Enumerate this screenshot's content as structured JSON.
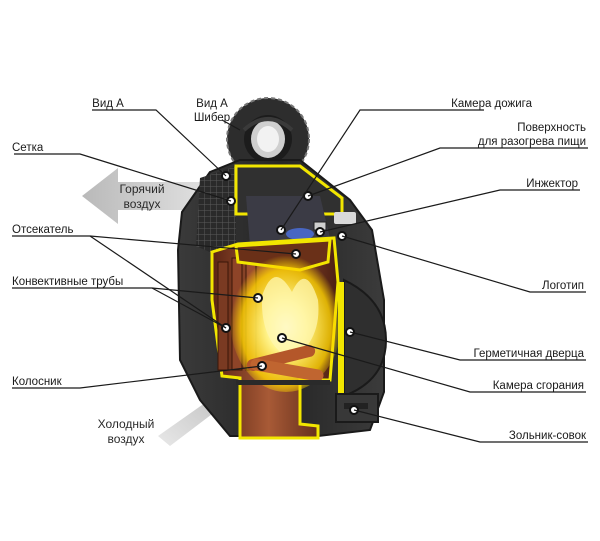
{
  "labels": {
    "vid_a": "Вид А",
    "vid_a_shiber_1": "Вид А",
    "vid_a_shiber_2": "Шибер",
    "kamera_dozhiga": "Камера дожига",
    "poverkhnost_1": "Поверхность",
    "poverkhnost_2": "для разогрева пищи",
    "setka": "Сетка",
    "injektor": "Инжектор",
    "otsekatel": "Отсекатель",
    "konvektivnye": "Конвективные трубы",
    "logotip": "Логотип",
    "germetichnaya": "Герметичная дверца",
    "kolosnik": "Колосник",
    "kamera_sgoraniya": "Камера сгорания",
    "zolnik": "Зольник-совок"
  },
  "arrows": {
    "hot_air_1": "Горячий",
    "hot_air_2": "воздух",
    "cold_air_1": "Холодный",
    "cold_air_2": "воздух"
  },
  "colors": {
    "body_dark": "#2b2b2b",
    "outline_yellow": "#f2e600",
    "interior_brown": "#7a3a22",
    "flame_yellow": "#ffd400",
    "arrow_grey": "#d3d3d3",
    "leader_line": "#1a1a1a"
  }
}
